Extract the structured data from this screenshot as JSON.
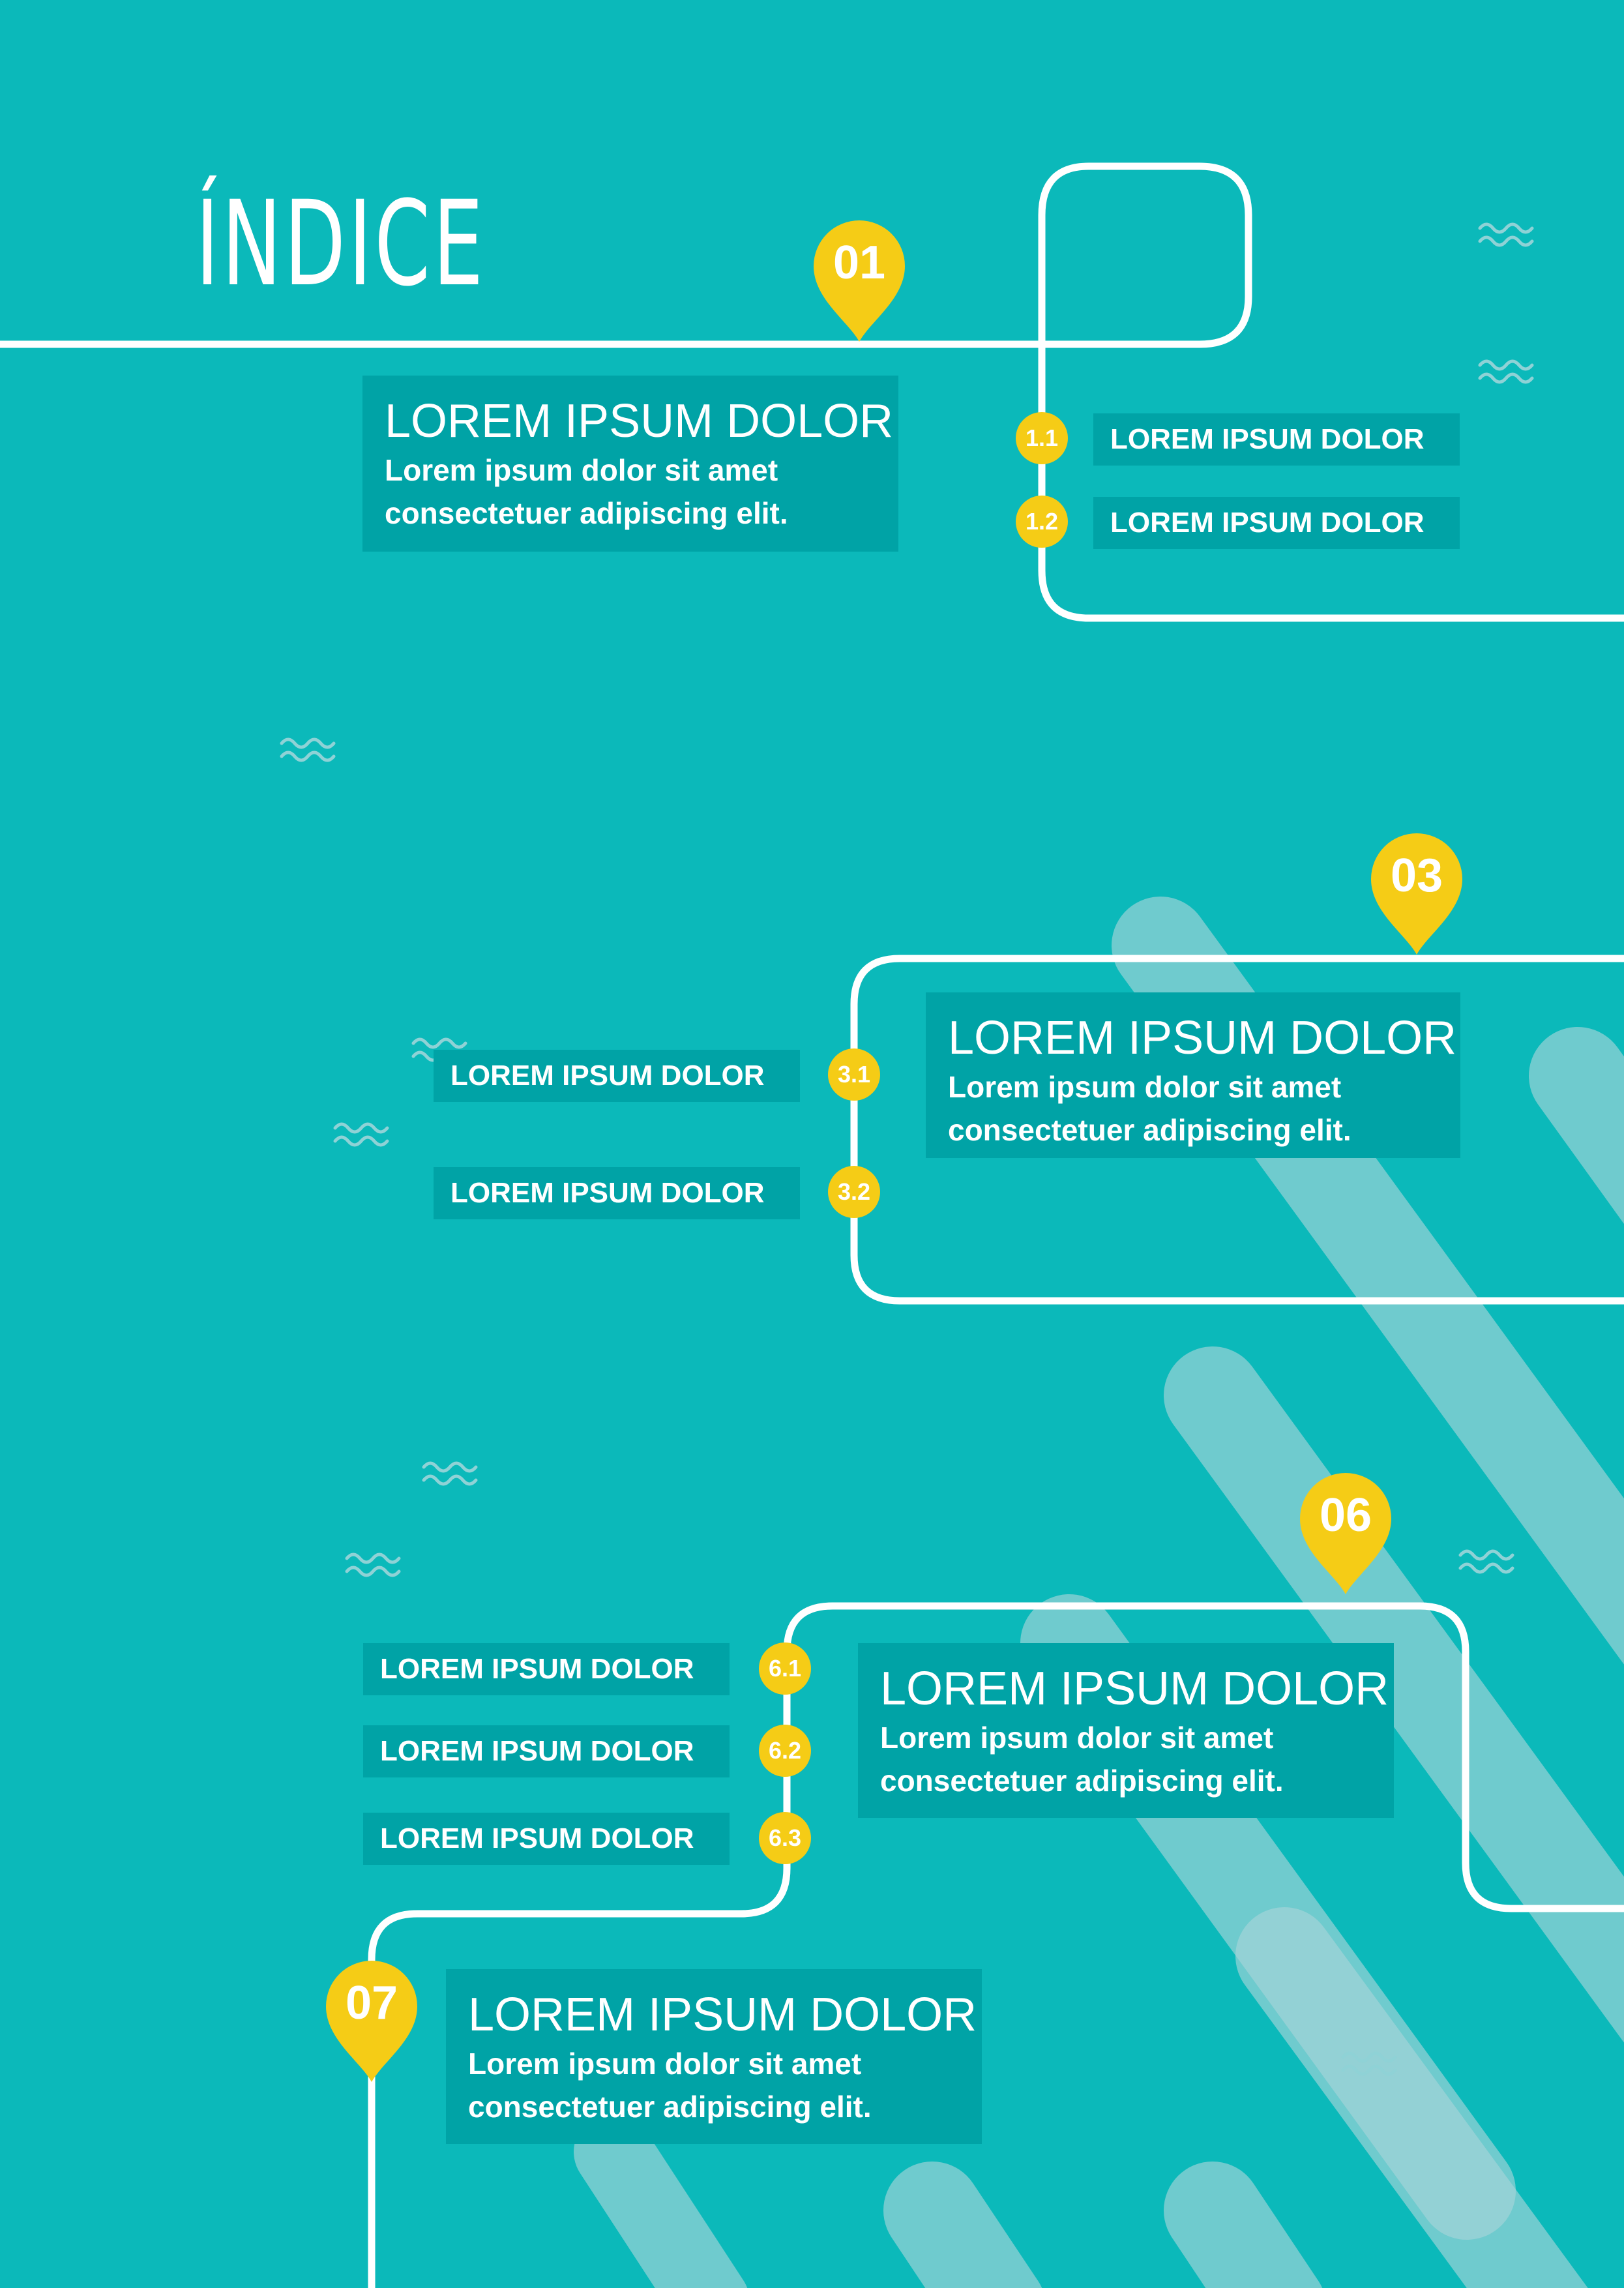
{
  "title": "ÍNDICE",
  "colors": {
    "background": "#0bb9ba",
    "panel": "#00a3a6",
    "accent": "#f5cc16",
    "line": "#ffffff"
  },
  "sections": [
    {
      "number": "01",
      "heading": "LOREM IPSUM DOLOR",
      "desc_line1": "Lorem ipsum dolor sit amet",
      "desc_line2": "consectetuer adipiscing elit.",
      "items": [
        {
          "number": "1.1",
          "label": "LOREM IPSUM DOLOR"
        },
        {
          "number": "1.2",
          "label": "LOREM IPSUM DOLOR"
        }
      ]
    },
    {
      "number": "03",
      "heading": "LOREM IPSUM DOLOR",
      "desc_line1": "Lorem ipsum dolor sit amet",
      "desc_line2": "consectetuer adipiscing elit.",
      "items": [
        {
          "number": "3.1",
          "label": "LOREM IPSUM DOLOR"
        },
        {
          "number": "3.2",
          "label": "LOREM IPSUM DOLOR"
        }
      ]
    },
    {
      "number": "06",
      "heading": "LOREM IPSUM DOLOR",
      "desc_line1": "Lorem ipsum dolor sit amet",
      "desc_line2": "consectetuer adipiscing elit.",
      "items": [
        {
          "number": "6.1",
          "label": "LOREM IPSUM DOLOR"
        },
        {
          "number": "6.2",
          "label": "LOREM IPSUM DOLOR"
        },
        {
          "number": "6.3",
          "label": "LOREM IPSUM DOLOR"
        }
      ]
    },
    {
      "number": "07",
      "heading": "LOREM IPSUM DOLOR",
      "desc_line1": "Lorem ipsum dolor sit amet",
      "desc_line2": "consectetuer adipiscing elit.",
      "items": []
    }
  ]
}
